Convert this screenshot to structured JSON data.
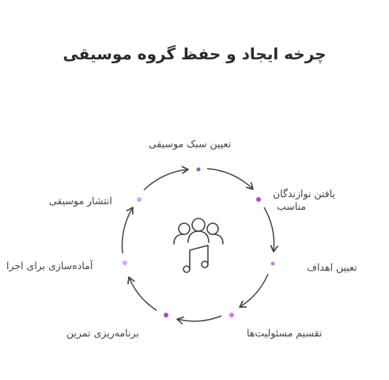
{
  "title": "چرخه ایجاد و حفظ گروه موسیقی",
  "center_icon": "band-music-icon",
  "colors": {
    "dot_dark": "#a64bd0",
    "dot_light": "#d9a6ee",
    "arrow": "#444444"
  },
  "steps": [
    {
      "label": "تعیین سبک موسیقی"
    },
    {
      "label_line1": "یافتن نوازندگان",
      "label_line2": "مناسب"
    },
    {
      "label": "تعیین اهداف"
    },
    {
      "label": "تقسیم مسئولیت‌ها"
    },
    {
      "label": "برنامه‌ریزی تمرین"
    },
    {
      "label": "آماده‌سازی برای اجرا"
    },
    {
      "label": "انتشار موسیقی"
    }
  ]
}
